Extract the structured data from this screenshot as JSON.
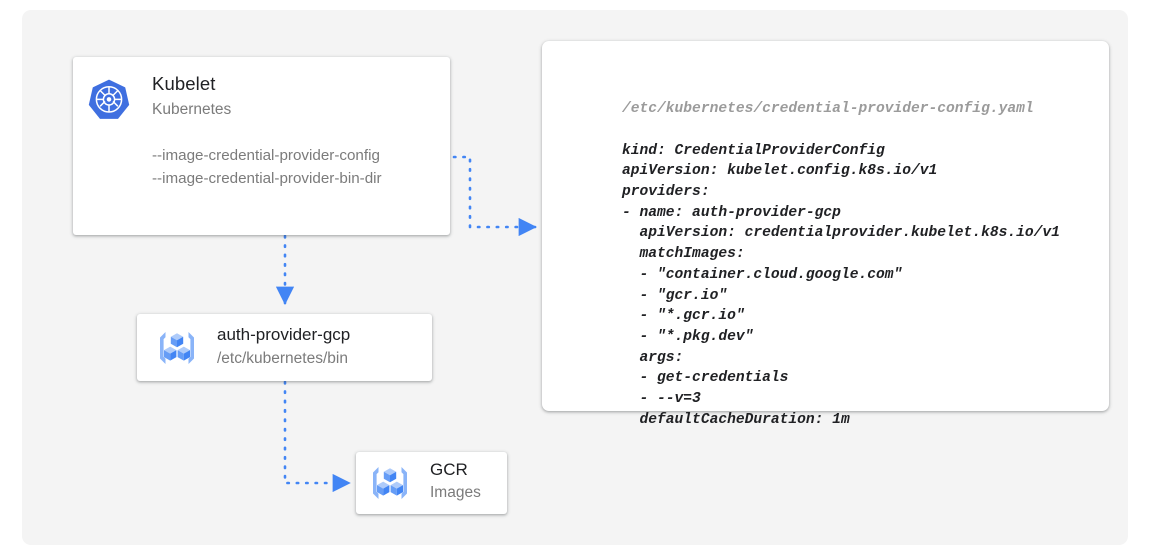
{
  "canvas": {
    "background": "#f4f4f4",
    "accent": "#4285f4",
    "text_primary": "#202124",
    "text_secondary": "#7b7b7b"
  },
  "kubelet_card": {
    "icon": "kubernetes-logo-icon",
    "title": "Kubelet",
    "subtitle": "Kubernetes",
    "flags": [
      "--image-credential-provider-config",
      "--image-credential-provider-bin-dir"
    ]
  },
  "auth_provider_card": {
    "icon": "container-registry-icon",
    "title": "auth-provider-gcp",
    "subtitle": "/etc/kubernetes/bin"
  },
  "gcr_card": {
    "icon": "container-registry-icon",
    "title": "GCR",
    "subtitle": "Images"
  },
  "code_panel": {
    "filename": "/etc/kubernetes/credential-provider-config.yaml",
    "lines": [
      "kind: CredentialProviderConfig",
      "apiVersion: kubelet.config.k8s.io/v1",
      "providers:",
      "- name: auth-provider-gcp",
      "  apiVersion: credentialprovider.kubelet.k8s.io/v1",
      "  matchImages:",
      "  - \"container.cloud.google.com\"",
      "  - \"gcr.io\"",
      "  - \"*.gcr.io\"",
      "  - \"*.pkg.dev\"",
      "  args:",
      "  - get-credentials",
      "  - --v=3",
      "  defaultCacheDuration: 1m"
    ]
  },
  "connectors": [
    {
      "name": "kubelet-to-config-file",
      "style": "dotted",
      "color": "#4285f4"
    },
    {
      "name": "kubelet-to-auth-provider",
      "style": "dotted",
      "color": "#4285f4"
    },
    {
      "name": "auth-provider-to-gcr",
      "style": "dotted",
      "color": "#4285f4"
    }
  ]
}
